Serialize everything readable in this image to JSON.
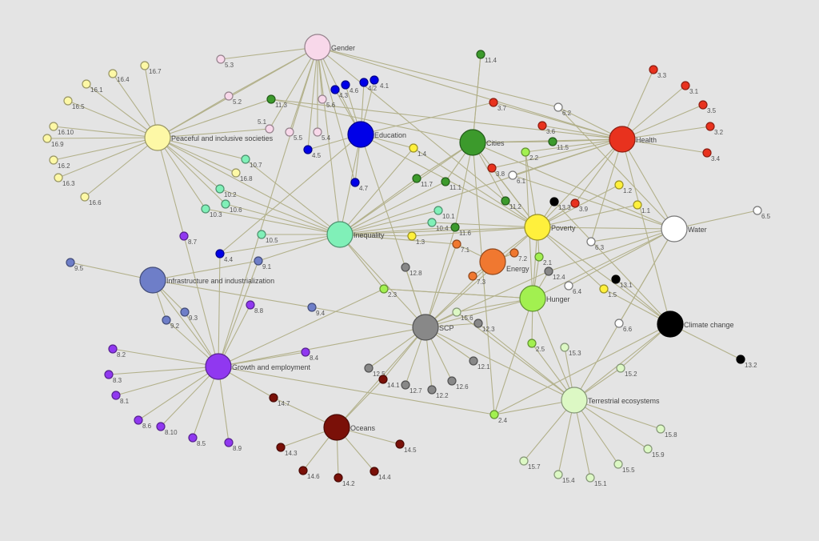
{
  "groups": [
    {
      "hub": "Gender",
      "color": "#f8d8ea",
      "members": [
        "5.3",
        "5.2",
        "5.1",
        "5.5",
        "5.4",
        "5.6"
      ]
    },
    {
      "hub": "Peaceful and inclusive societies",
      "color": "#fdf8a6",
      "members": [
        "16.7",
        "16.4",
        "16.1",
        "16.5",
        "16.10",
        "16.9",
        "16.2",
        "16.3",
        "16.6",
        "16.8"
      ]
    },
    {
      "hub": "Education",
      "color": "#0000e8",
      "members": [
        "4.3",
        "4.6",
        "4.2",
        "4.1",
        "4.5",
        "4.7",
        "4.4"
      ]
    },
    {
      "hub": "Cities",
      "color": "#3c9a2c",
      "members": [
        "11.3",
        "11.4",
        "11.7",
        "11.1",
        "11.5",
        "11.2",
        "11.6"
      ]
    },
    {
      "hub": "Health",
      "color": "#e8321e",
      "members": [
        "3.7",
        "3.6",
        "3.8",
        "3.9",
        "3.3",
        "3.1",
        "3.5",
        "3.2",
        "3.4"
      ]
    },
    {
      "hub": "Inequality",
      "color": "#80f0b8",
      "members": [
        "10.7",
        "10.2",
        "10.6",
        "10.3",
        "10.5",
        "10.1",
        "10.4"
      ]
    },
    {
      "hub": "Poverty",
      "color": "#fff03c",
      "members": [
        "1.4",
        "1.3",
        "1.2",
        "1.1",
        "1.5"
      ]
    },
    {
      "hub": "Water",
      "color": "#ffffff",
      "members": [
        "6.2",
        "6.1",
        "6.3",
        "6.4",
        "6.5",
        "6.6"
      ]
    },
    {
      "hub": "Energy",
      "color": "#f07830",
      "members": [
        "7.1",
        "7.2",
        "7.3"
      ]
    },
    {
      "hub": "Infrastructure and industrialization",
      "color": "#6e7ec8",
      "members": [
        "9.5",
        "9.1",
        "9.3",
        "9.2",
        "9.4"
      ]
    },
    {
      "hub": "Hunger",
      "color": "#a2f050",
      "members": [
        "2.2",
        "2.1",
        "2.3",
        "2.5",
        "2.4"
      ]
    },
    {
      "hub": "Climate change",
      "color": "#000000",
      "members": [
        "13.3",
        "13.1",
        "13.2"
      ]
    },
    {
      "hub": "SCP",
      "color": "#888888",
      "members": [
        "12.8",
        "12.4",
        "12.3",
        "12.1",
        "12.5",
        "12.7",
        "12.2",
        "12.6"
      ]
    },
    {
      "hub": "Growth and employment",
      "color": "#9038f0",
      "members": [
        "8.7",
        "8.8",
        "8.4",
        "8.2",
        "8.3",
        "8.1",
        "8.6",
        "8.10",
        "8.5",
        "8.9"
      ]
    },
    {
      "hub": "Oceans",
      "color": "#7a1008",
      "members": [
        "14.7",
        "14.1",
        "14.3",
        "14.6",
        "14.2",
        "14.4",
        "14.5"
      ]
    },
    {
      "hub": "Terrestrial ecosystems",
      "color": "#dcf8c4",
      "members": [
        "15.6",
        "15.3",
        "15.2",
        "15.8",
        "15.9",
        "15.5",
        "15.1",
        "15.4",
        "15.7"
      ]
    }
  ],
  "cross_edges": [
    [
      "Gender",
      "Peaceful and inclusive societies"
    ],
    [
      "Gender",
      "Education"
    ],
    [
      "Gender",
      "Inequality"
    ],
    [
      "Gender",
      "Health"
    ],
    [
      "Gender",
      "Poverty"
    ],
    [
      "Gender",
      "Growth and employment"
    ],
    [
      "Gender",
      "6.2"
    ],
    [
      "Gender",
      "4.5"
    ],
    [
      "Gender",
      "4.7"
    ],
    [
      "Peaceful and inclusive societies",
      "11.3"
    ],
    [
      "Peaceful and inclusive societies",
      "10.7"
    ],
    [
      "Peaceful and inclusive societies",
      "10.2"
    ],
    [
      "Peaceful and inclusive societies",
      "10.6"
    ],
    [
      "Peaceful and inclusive societies",
      "10.3"
    ],
    [
      "Peaceful and inclusive societies",
      "5.2"
    ],
    [
      "Peaceful and inclusive societies",
      "5.1"
    ],
    [
      "Peaceful and inclusive societies",
      "8.7"
    ],
    [
      "Peaceful and inclusive societies",
      "Inequality"
    ],
    [
      "Education",
      "3.7"
    ],
    [
      "Education",
      "Inequality"
    ],
    [
      "Education",
      "Poverty"
    ],
    [
      "Education",
      "SCP"
    ],
    [
      "Education",
      "1.4"
    ],
    [
      "Inequality",
      "1.3"
    ],
    [
      "Inequality",
      "11.6"
    ],
    [
      "Inequality",
      "Poverty"
    ],
    [
      "Inequality",
      "Cities"
    ],
    [
      "Inequality",
      "Health"
    ],
    [
      "Inequality",
      "9.1"
    ],
    [
      "Inequality",
      "4.4"
    ],
    [
      "Inequality",
      "SCP"
    ],
    [
      "Inequality",
      "2.3"
    ],
    [
      "Inequality",
      "1.4"
    ],
    [
      "Inequality",
      "11.7"
    ],
    [
      "Inequality",
      "11.1"
    ],
    [
      "Inequality",
      "7.1"
    ],
    [
      "Health",
      "6.2"
    ],
    [
      "Health",
      "11.5"
    ],
    [
      "Health",
      "2.2"
    ],
    [
      "Health",
      "Cities"
    ],
    [
      "Health",
      "Poverty"
    ],
    [
      "Health",
      "Water"
    ],
    [
      "Health",
      "6.1"
    ],
    [
      "Health",
      "6.3"
    ],
    [
      "Health",
      "Climate change"
    ],
    [
      "Health",
      "11.3"
    ],
    [
      "Poverty",
      "2.1"
    ],
    [
      "Poverty",
      "Cities"
    ],
    [
      "Poverty",
      "Water"
    ],
    [
      "Poverty",
      "Hunger"
    ],
    [
      "Poverty",
      "11.2"
    ],
    [
      "Poverty",
      "13.3"
    ],
    [
      "Poverty",
      "3.9"
    ],
    [
      "Poverty",
      "Energy"
    ],
    [
      "Poverty",
      "SCP"
    ],
    [
      "Poverty",
      "Climate change"
    ],
    [
      "Poverty",
      "3.8"
    ],
    [
      "Poverty",
      "10.4"
    ],
    [
      "Poverty",
      "2.2"
    ],
    [
      "Water",
      "6.6"
    ],
    [
      "Water",
      "Hunger"
    ],
    [
      "Water",
      "12.4"
    ],
    [
      "Water",
      "Cities"
    ],
    [
      "Hunger",
      "SCP"
    ],
    [
      "Hunger",
      "Terrestrial ecosystems"
    ],
    [
      "Hunger",
      "15.6"
    ],
    [
      "Hunger",
      "12.4"
    ],
    [
      "Hunger",
      "2.3"
    ],
    [
      "SCP",
      "14.1"
    ],
    [
      "SCP",
      "15.6"
    ],
    [
      "SCP",
      "Terrestrial ecosystems"
    ],
    [
      "SCP",
      "Oceans"
    ],
    [
      "SCP",
      "Growth and employment"
    ],
    [
      "SCP",
      "Energy"
    ],
    [
      "SCP",
      "7.1"
    ],
    [
      "SCP",
      "11.6"
    ],
    [
      "SCP",
      "9.4"
    ],
    [
      "Growth and employment",
      "14.7"
    ],
    [
      "Growth and employment",
      "Infrastructure and industrialization"
    ],
    [
      "Growth and employment",
      "9.3"
    ],
    [
      "Growth and employment",
      "9.2"
    ],
    [
      "Growth and employment",
      "9.1"
    ],
    [
      "Growth and employment",
      "4.4"
    ],
    [
      "Growth and employment",
      "2.4"
    ],
    [
      "Growth and employment",
      "2.3"
    ],
    [
      "Climate change",
      "2.4"
    ],
    [
      "Climate change",
      "Terrestrial ecosystems"
    ],
    [
      "Climate change",
      "15.2"
    ],
    [
      "Climate change",
      "1.5"
    ],
    [
      "Terrestrial ecosystems",
      "2.4"
    ],
    [
      "Terrestrial ecosystems",
      "6.6"
    ],
    [
      "Terrestrial ecosystems",
      "12.3"
    ],
    [
      "Terrestrial ecosystems",
      "2.5"
    ],
    [
      "Cities",
      "11.4"
    ],
    [
      "Cities",
      "2.4"
    ],
    [
      "Energy",
      "7.2"
    ]
  ]
}
